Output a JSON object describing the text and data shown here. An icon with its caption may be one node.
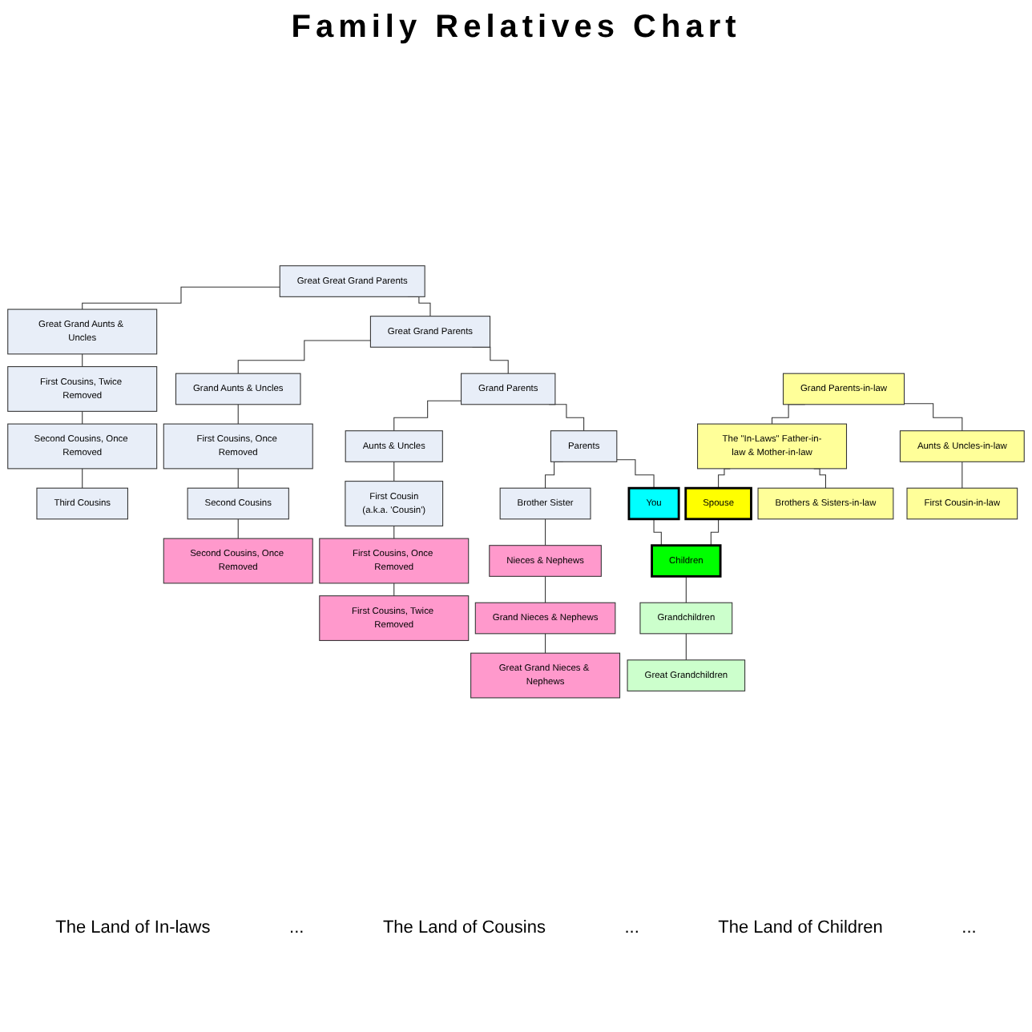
{
  "diagram": {
    "title": "Family Relatives Chart",
    "nodes": [
      {
        "text": [
          "Great Great Grand Parents"
        ]
      },
      {
        "text": [
          "Great Grand Aunts & Uncles"
        ]
      },
      {
        "text": [
          "Great Grand Parents"
        ]
      },
      {
        "text": [
          "First Cousins, Twice Removed"
        ]
      },
      {
        "text": [
          "Grand Aunts & Uncles"
        ]
      },
      {
        "text": [
          "Grand Parents"
        ]
      },
      {
        "text": [
          "Grand Parents-in-law"
        ]
      },
      {
        "text": [
          "Second Cousins, Once Removed"
        ]
      },
      {
        "text": [
          "First Cousins, Once Removed"
        ]
      },
      {
        "text": [
          "Aunts & Uncles"
        ]
      },
      {
        "text": [
          "Parents"
        ]
      },
      {
        "text": [
          "The \"In-Laws\" Father-in-law & Mother-in-law"
        ]
      },
      {
        "text": [
          "Aunts & Uncles-in-law"
        ]
      },
      {
        "text": [
          "Third Cousins"
        ]
      },
      {
        "text": [
          "Second Cousins"
        ]
      },
      {
        "text": [
          "First Cousin",
          "(a.k.a. 'Cousin')"
        ]
      },
      {
        "text": [
          "Brother Sister"
        ]
      },
      {
        "text": [
          "You"
        ]
      },
      {
        "text": [
          "Spouse"
        ]
      },
      {
        "text": [
          "Brothers & Sisters-in-law"
        ]
      },
      {
        "text": [
          "First Cousin-in-law"
        ]
      },
      {
        "text": [
          "Second Cousins, Once Removed"
        ]
      },
      {
        "text": [
          "First Cousins, Once Removed"
        ]
      },
      {
        "text": [
          "Nieces & Nephews"
        ]
      },
      {
        "text": [
          "Children"
        ]
      },
      {
        "text": [
          "First Cousins, Twice Removed"
        ]
      },
      {
        "text": [
          "Grand Nieces & Nephews"
        ]
      },
      {
        "text": [
          "Grandchildren"
        ]
      },
      {
        "text": [
          "Great Grand Nieces & Nephews"
        ]
      },
      {
        "text": [
          "Great Grandchildren"
        ]
      }
    ],
    "edges": [
      {
        "from": 0,
        "to": 1,
        "arrow": "none"
      },
      {
        "from": 0,
        "to": 2,
        "arrow": "none"
      },
      {
        "from": 1,
        "to": 3,
        "arrow": "none"
      },
      {
        "from": 2,
        "to": 4,
        "arrow": "none"
      },
      {
        "from": 2,
        "to": 5,
        "arrow": "none"
      },
      {
        "from": 3,
        "to": 7,
        "arrow": "none"
      },
      {
        "from": 4,
        "to": 8,
        "arrow": "none"
      },
      {
        "from": 5,
        "to": 9,
        "arrow": "none"
      },
      {
        "from": 5,
        "to": 10,
        "arrow": "none"
      },
      {
        "from": 6,
        "to": 11,
        "arrow": "none"
      },
      {
        "from": 6,
        "to": 12,
        "arrow": "none"
      },
      {
        "from": 7,
        "to": 13,
        "arrow": "none"
      },
      {
        "from": 8,
        "to": 14,
        "arrow": "none"
      },
      {
        "from": 9,
        "to": 15,
        "arrow": "none"
      },
      {
        "from": 10,
        "to": 16,
        "arrow": "none"
      },
      {
        "from": 10,
        "to": 17,
        "arrow": "none"
      },
      {
        "from": 11,
        "to": 18,
        "arrow": "none"
      },
      {
        "from": 11,
        "to": 19,
        "arrow": "none"
      },
      {
        "from": 12,
        "to": 20,
        "arrow": "none"
      },
      {
        "from": 14,
        "to": 21,
        "arrow": "none"
      },
      {
        "from": 15,
        "to": 22,
        "arrow": "none"
      },
      {
        "from": 16,
        "to": 23,
        "arrow": "none"
      },
      {
        "from": 17,
        "to": 24,
        "arrow": "none"
      },
      {
        "from": 18,
        "to": 24,
        "arrow": "none"
      },
      {
        "from": 22,
        "to": 25,
        "arrow": "none"
      },
      {
        "from": 23,
        "to": 26,
        "arrow": "none"
      },
      {
        "from": 24,
        "to": 27,
        "arrow": "none"
      },
      {
        "from": 26,
        "to": 28,
        "arrow": "none"
      },
      {
        "from": 27,
        "to": 29,
        "arrow": "none"
      }
    ],
    "labels": [
      "The Land of In-laws",
      "...",
      "The Land of Cousins",
      "...",
      "The Land of Children",
      "..."
    ]
  }
}
